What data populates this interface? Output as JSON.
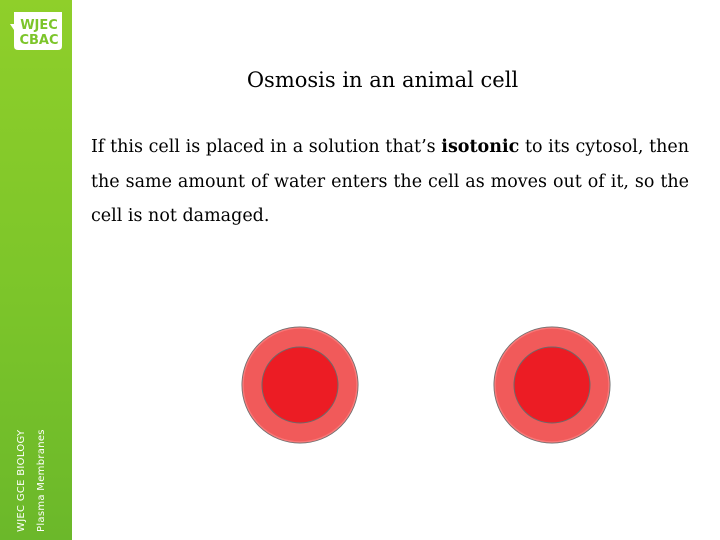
{
  "brand": {
    "logo_line1": "WJEC",
    "logo_line2": "CBAC",
    "course": "WJEC GCE BIOLOGY",
    "topic": "Plasma Membranes",
    "sidebar_color": "#7cc52a"
  },
  "slide": {
    "title": "Osmosis in an animal cell",
    "text_before": "If this cell is placed in a solution that’s ",
    "keyword": "isotonic",
    "text_after": " to its cytosol, then the same amount of water enters the cell as moves out of it, so the cell is not damaged."
  },
  "diagram": {
    "cells": [
      {
        "name": "red-blood-cell-left"
      },
      {
        "name": "red-blood-cell-right"
      }
    ],
    "outer_color": "#f15a5a",
    "inner_color": "#ec1c24"
  }
}
